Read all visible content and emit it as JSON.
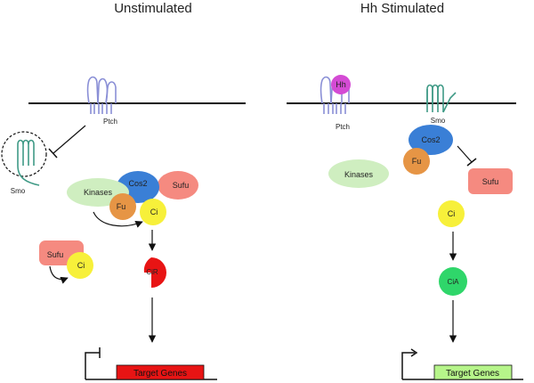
{
  "panels": {
    "left": {
      "title": "Unstimulated"
    },
    "right": {
      "title": "Hh Stimulated"
    }
  },
  "labels": {
    "ptch": "Ptch",
    "smo": "Smo",
    "hh": "Hh",
    "cos2": "Cos2",
    "sufu": "Sufu",
    "kinases": "Kinases",
    "fu": "Fu",
    "ci": "Ci",
    "cir": "CiR",
    "cia": "CiA",
    "target_genes": "Target Genes"
  },
  "colors": {
    "membrane": "#111111",
    "receptor": "#8a8fd6",
    "smo": "#3f9a86",
    "hh": "#d44bd4",
    "cos2": "#3a7fd6",
    "sufu": "#f58a80",
    "kinases": "#cfeec0",
    "fu": "#e69545",
    "ci": "#f7f03a",
    "cir": "#e81414",
    "cia": "#2fd66a",
    "gene_off": "#e81414",
    "gene_on": "#b6f58a"
  }
}
